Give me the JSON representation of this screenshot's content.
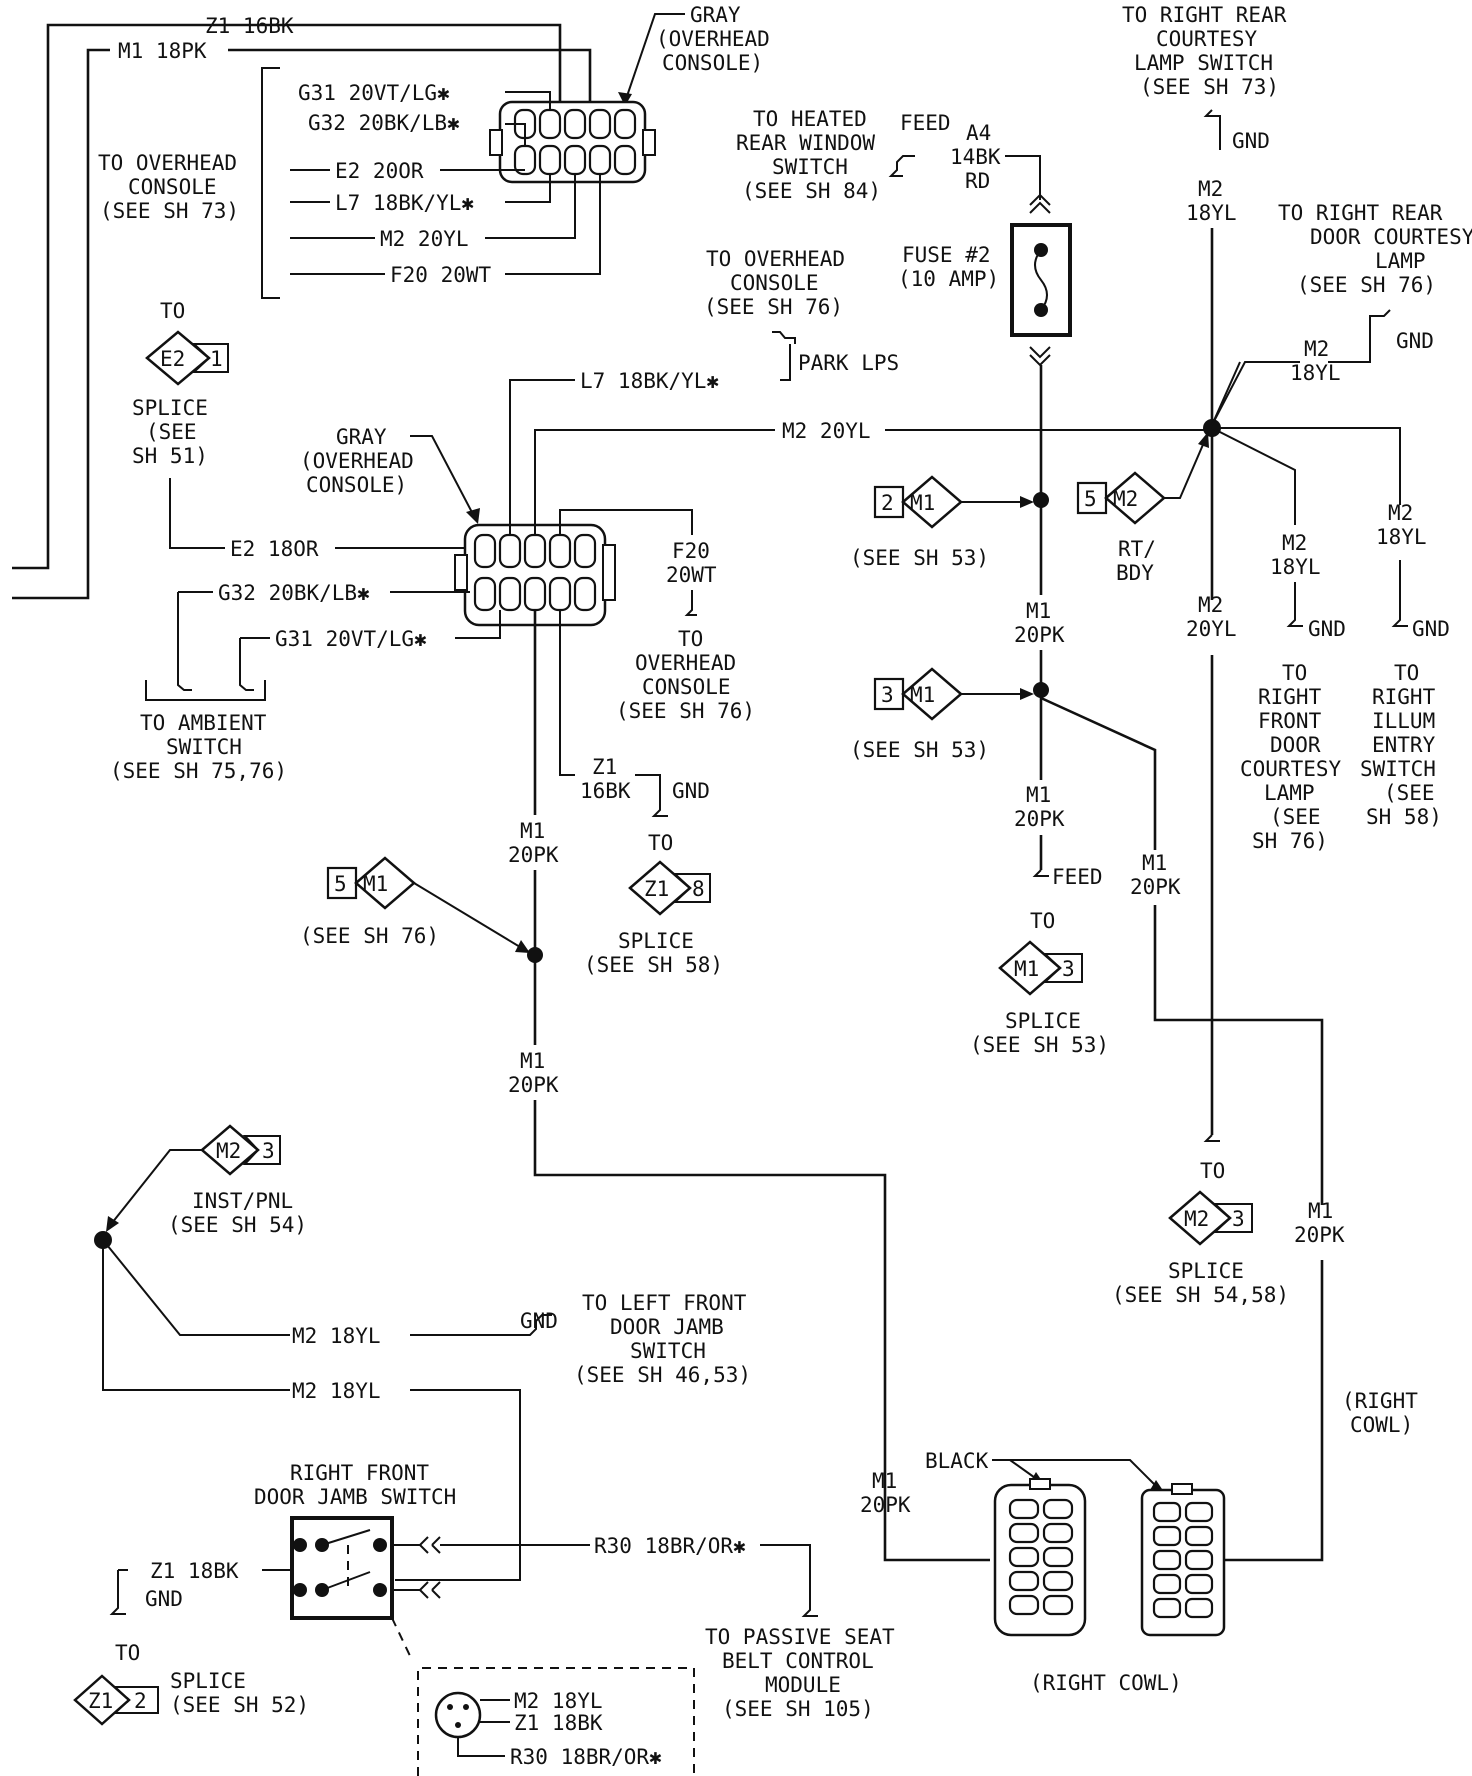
{
  "diagram": {
    "top_left": {
      "z1_wire": "Z1 16BK",
      "m1_wire": "M1 18PK"
    },
    "top_connector": {
      "label": [
        "GRAY",
        "(OVERHEAD",
        "CONSOLE)"
      ],
      "wires": [
        "G31 20VT/LG✱",
        "G32 20BK/LB✱",
        "E2 20OR",
        "L7 18BK/YL✱",
        "M2 20YL",
        "F20 20WT"
      ],
      "group_label": [
        "TO OVERHEAD",
        "CONSOLE",
        "(SEE SH 73)"
      ]
    },
    "e2_splice": {
      "to": "TO",
      "id": "E2",
      "num": "1",
      "label": [
        "SPLICE",
        "(SEE",
        "SH 51)"
      ]
    },
    "mid_connector": {
      "label": [
        "GRAY",
        "(OVERHEAD",
        "CONSOLE)"
      ],
      "e2_wire": "E2 18OR",
      "g32_wire": "G32 20BK/LB✱",
      "g31_wire": "G31 20VT/LG✱",
      "l7_wire": "L7 18BK/YL✱",
      "m2_wire": "M2 20YL",
      "f20_wire": [
        "F20",
        "20WT"
      ],
      "f20_to": [
        "TO",
        "OVERHEAD",
        "CONSOLE",
        "(SEE SH 76)"
      ],
      "ambient": [
        "TO AMBIENT",
        "SWITCH",
        "(SEE SH 75,76)"
      ]
    },
    "park_lps": {
      "label": [
        "TO OVERHEAD",
        "CONSOLE",
        "(SEE SH 76)"
      ],
      "tag": "PARK LPS"
    },
    "z1_gnd": {
      "wire": [
        "Z1",
        "16BK"
      ],
      "gnd": "GND",
      "to": "TO",
      "id": "Z1",
      "num": "8",
      "label": [
        "SPLICE",
        "(SEE SH 58)"
      ]
    },
    "m1_left": {
      "wire_a": [
        "M1",
        "20PK"
      ],
      "wire_b": [
        "M1",
        "20PK"
      ],
      "conn_num": "5",
      "conn_id": "M1",
      "see": "(SEE SH 76)"
    },
    "heated": {
      "label": [
        "TO HEATED",
        "REAR WINDOW",
        "SWITCH",
        "(SEE SH 84)"
      ],
      "feed": "FEED",
      "wire": [
        "A4",
        "14BK",
        "RD"
      ],
      "fuse": [
        "FUSE #2",
        "(10 AMP)"
      ]
    },
    "m1_center": {
      "conn1_num": "2",
      "conn1_id": "M1",
      "see1": "(SEE SH 53)",
      "wire1": [
        "M1",
        "20PK"
      ],
      "conn2_num": "3",
      "conn2_id": "M1",
      "see2": "(SEE SH 53)",
      "wire2": [
        "M1",
        "20PK"
      ],
      "feed": "FEED",
      "to": "TO",
      "splice_id": "M1",
      "splice_num": "3",
      "splice_label": [
        "SPLICE",
        "(SEE SH 53)"
      ],
      "wire3": [
        "M1",
        "20PK"
      ]
    },
    "right": {
      "rr_lamp_switch": [
        "TO RIGHT REAR",
        "COURTESY",
        "LAMP SWITCH",
        "(SEE SH 73)"
      ],
      "gnd": "GND",
      "m2_top": [
        "M2",
        "18YL"
      ],
      "rr_door_lamp": [
        "TO RIGHT REAR",
        "DOOR COURTESY",
        "LAMP",
        "(SEE SH 76)"
      ],
      "m2_rr": [
        "M2",
        "18YL"
      ],
      "rt_conn_num": "5",
      "rt_conn_id": "M2",
      "rt_bdy": [
        "RT/",
        "BDY"
      ],
      "m2_a": [
        "M2",
        "18YL"
      ],
      "m2_b": [
        "M2",
        "18YL"
      ],
      "m2_c": [
        "M2",
        "20YL"
      ],
      "rf_lamp": [
        "TO",
        "RIGHT",
        "FRONT",
        "DOOR",
        "COURTESY",
        "LAMP",
        "(SEE",
        "SH 76)"
      ],
      "illum": [
        "TO",
        "RIGHT",
        "ILLUM",
        "ENTRY",
        "SWITCH",
        "(SEE",
        "SH 58)"
      ],
      "splice_to": "TO",
      "splice_id": "M2",
      "splice_num": "3",
      "splice_label": [
        "SPLICE",
        "(SEE SH 54,58)"
      ],
      "m1_wire": [
        "M1",
        "20PK"
      ],
      "right_cowl_top": [
        "(RIGHT",
        "COWL)"
      ]
    },
    "bottom_left": {
      "conn_id": "M2",
      "conn_num": "3",
      "inst_label": [
        "INST/PNL",
        "(SEE SH 54)"
      ],
      "m2_wire1": "M2 18YL",
      "gnd": "GND",
      "lf_switch": [
        "TO LEFT FRONT",
        "DOOR JAMB",
        "SWITCH",
        "(SEE SH 46,53)"
      ],
      "m2_wire2": "M2 18YL",
      "switch_label": [
        "RIGHT FRONT",
        "DOOR JAMB SWITCH"
      ],
      "z1_wire": "Z1 18BK",
      "gnd2": "GND",
      "to": "TO",
      "z1_id": "Z1",
      "z1_num": "2",
      "z1_splice": [
        "SPLICE",
        "(SEE SH 52)"
      ],
      "r30_wire": "R30 18BR/OR✱",
      "passive": [
        "TO PASSIVE SEAT",
        "BELT CONTROL",
        "MODULE",
        "(SEE SH 105)"
      ],
      "inset": [
        "M2 18YL",
        "Z1 18BK",
        "R30 18BR/OR✱"
      ]
    },
    "bottom_right": {
      "black": "BLACK",
      "m1_wire": [
        "M1",
        "20PK"
      ],
      "right_cowl": "(RIGHT COWL)"
    }
  }
}
